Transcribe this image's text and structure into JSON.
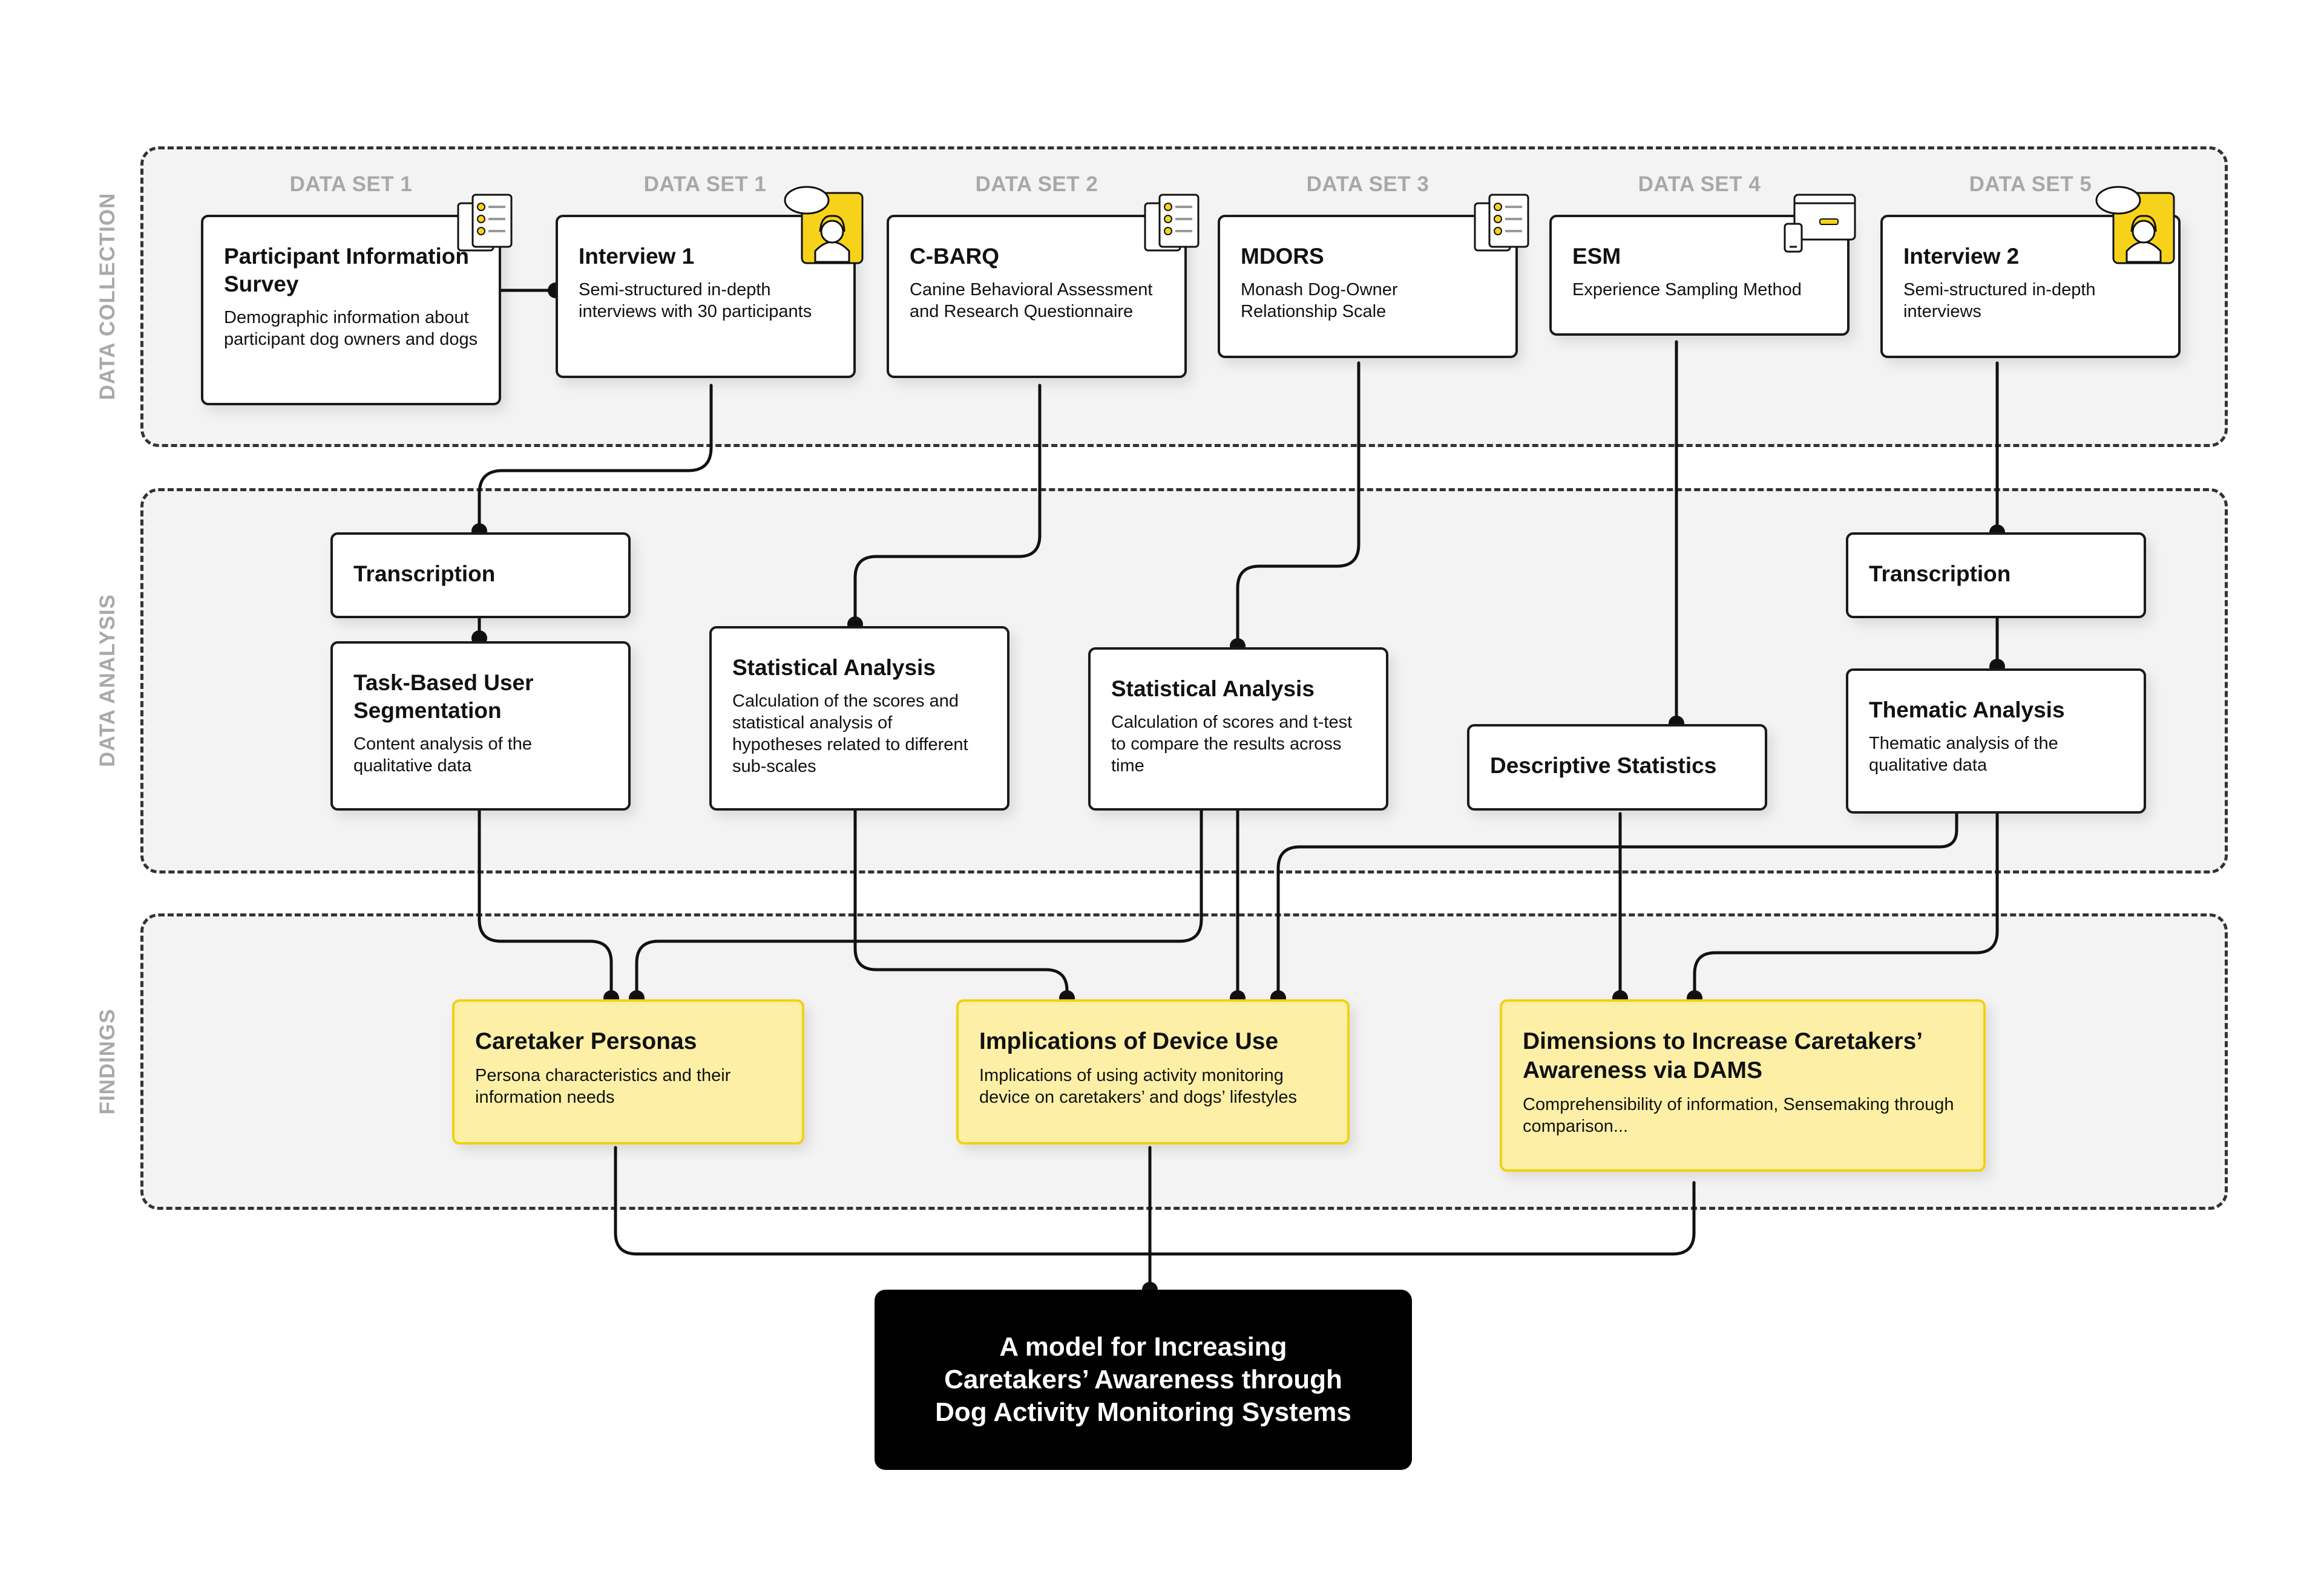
{
  "zones": {
    "collection": "DATA COLLECTION",
    "analysis": "DATA ANALYSIS",
    "findings": "FINDINGS"
  },
  "datasets": [
    "DATA SET 1",
    "DATA SET 1",
    "DATA SET 2",
    "DATA SET 3",
    "DATA SET 4",
    "DATA SET 5"
  ],
  "collection": {
    "survey": {
      "title": "Participant Information Survey",
      "desc": "Demographic information about participant dog owners and dogs"
    },
    "interview1": {
      "title": "Interview 1",
      "desc": "Semi-structured in-depth interviews with 30 participants"
    },
    "cbarq": {
      "title": "C-BARQ",
      "desc": "Canine Behavioral Assessment and Research Questionnaire"
    },
    "mdors": {
      "title": "MDORS",
      "desc": "Monash Dog-Owner Relationship Scale"
    },
    "esm": {
      "title": "ESM",
      "desc": "Experience Sampling Method"
    },
    "interview2": {
      "title": "Interview 2",
      "desc": "Semi-structured in-depth interviews"
    }
  },
  "analysis": {
    "transcription1": {
      "title": "Transcription"
    },
    "segmentation": {
      "title": "Task-Based User Segmentation",
      "desc": "Content analysis of the qualitative data"
    },
    "stats1": {
      "title": "Statistical Analysis",
      "desc": "Calculation of the scores and statistical analysis of hypotheses related to different sub-scales"
    },
    "stats2": {
      "title": "Statistical Analysis",
      "desc": "Calculation of scores and t-test to compare the results across time"
    },
    "descriptive": {
      "title": "Descriptive Statistics"
    },
    "transcription2": {
      "title": "Transcription"
    },
    "thematic": {
      "title": "Thematic Analysis",
      "desc": "Thematic analysis of the qualitative data"
    }
  },
  "findings": {
    "personas": {
      "title": "Caretaker Personas",
      "desc": "Persona characteristics and their information needs"
    },
    "implications": {
      "title": "Implications of Device Use",
      "desc": "Implications of using activity monitoring device on caretakers’ and dogs’ lifestyles"
    },
    "dimensions": {
      "title": "Dimensions to Increase Caretakers’ Awareness via DAMS",
      "desc": "Comprehensibility of information, Sensemaking through comparison..."
    }
  },
  "result": {
    "line1": "A model for Increasing",
    "line2": "Caretakers’ Awareness through",
    "line3": "Dog Activity Monitoring Systems"
  },
  "colors": {
    "accent_yellow": "#fdf0a6",
    "yellow_border": "#f2d10f",
    "icon_yellow": "#f7d21a",
    "zone_fill": "#f3f3f3",
    "label_gray": "#a8a8a8",
    "final_box": "#000000"
  },
  "icons": [
    "checklist-icon",
    "person-speech-icon",
    "device-icon"
  ]
}
